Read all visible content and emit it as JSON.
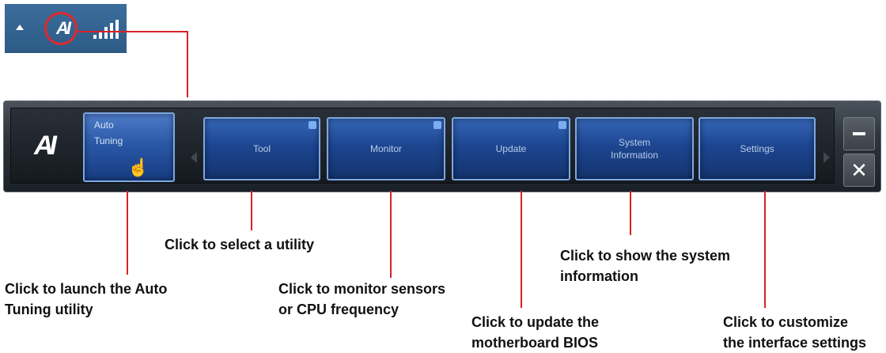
{
  "tray": {
    "icons": [
      "up-arrow-icon",
      "ai-suite-icon",
      "signal-strength-icon"
    ],
    "ai_glyph": "AI"
  },
  "toolbar": {
    "logo": "AI",
    "auto_tuning_label": "Auto Tuning",
    "buttons": [
      {
        "id": "tool",
        "label": "Tool"
      },
      {
        "id": "monitor",
        "label": "Monitor"
      },
      {
        "id": "update",
        "label": "Update"
      },
      {
        "id": "system-information",
        "label": "System Information"
      },
      {
        "id": "settings",
        "label": "Settings"
      }
    ],
    "minimize_icon": "minimize-icon",
    "close_icon": "close-icon",
    "close_glyph": "✕"
  },
  "captions": {
    "auto_tuning": [
      "Click to launch the Auto",
      "Tuning utility"
    ],
    "tool": "Click to select a utility",
    "monitor": [
      "Click to monitor sensors",
      "or CPU frequency"
    ],
    "update": [
      "Click to update the",
      "motherboard BIOS"
    ],
    "system_info": [
      "Click to show the system",
      "information"
    ],
    "settings": [
      "Click to customize",
      "the interface settings"
    ]
  },
  "colors": {
    "callout_line": "#d72127",
    "highlight_circle": "#e2282c",
    "button_blue": "#1d4590",
    "tray_blue": "#2d5b86"
  }
}
